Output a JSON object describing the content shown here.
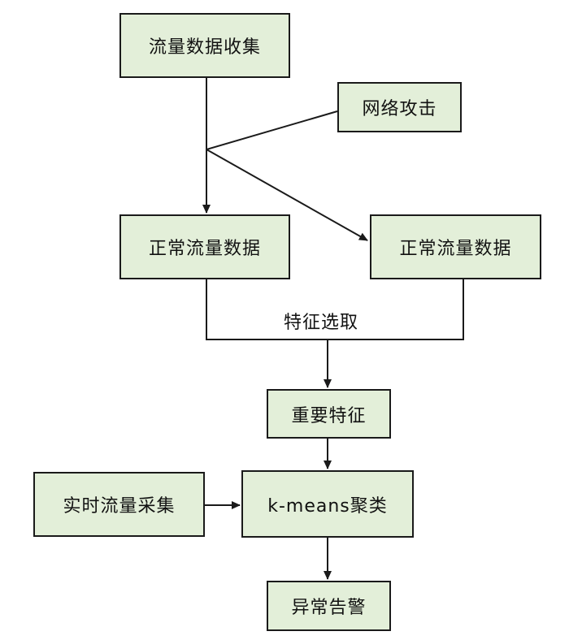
{
  "nodes": {
    "collect": "流量数据收集",
    "attack": "网络攻击",
    "normal_left": "正常流量数据",
    "normal_right": "正常流量数据",
    "important": "重要特征",
    "realtime": "实时流量采集",
    "kmeans": "k-means聚类",
    "alarm": "异常告警"
  },
  "edge_labels": {
    "feature_selection": "特征选取"
  },
  "colors": {
    "box_fill": "#e3efd9",
    "stroke": "#1a1a1a"
  }
}
